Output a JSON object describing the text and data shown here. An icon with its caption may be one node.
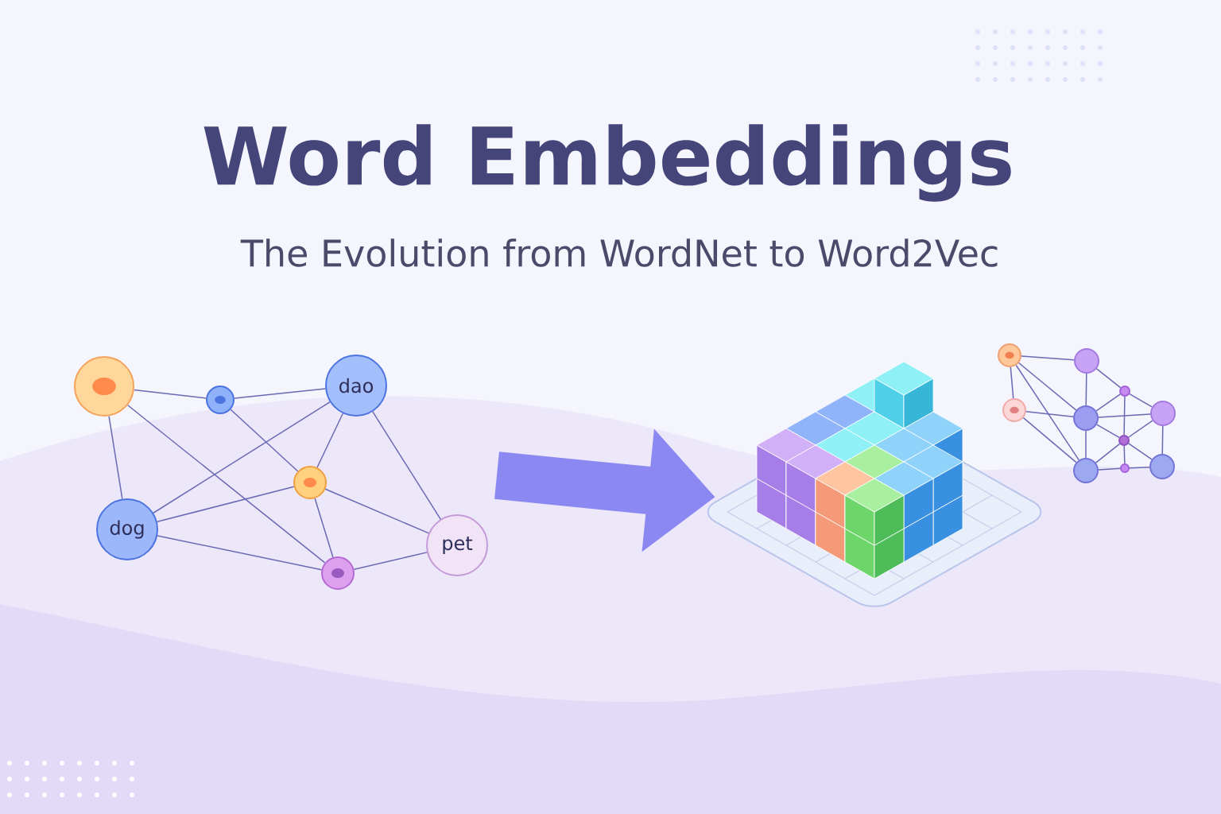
{
  "diagram": {
    "title": "Word Embeddings",
    "caption": "The Evolution from WordNet to Word2Vec",
    "nodes": [
      {
        "text": [],
        "shape": "circle"
      },
      {
        "text": [],
        "shape": "circle"
      },
      {
        "text": [
          "dao"
        ]
      },
      {
        "text": [],
        "shape": "circle"
      },
      {
        "text": [
          "dog"
        ]
      },
      {
        "text": [],
        "shape": "circle"
      },
      {
        "text": [
          "pet"
        ]
      },
      {
        "text": [],
        "shape": "picture"
      },
      {
        "text": [],
        "shape": "circle"
      },
      {
        "text": [],
        "shape": "circle"
      },
      {
        "text": [],
        "shape": "circle"
      },
      {
        "text": [],
        "shape": "circle"
      },
      {
        "text": [],
        "shape": "circle"
      },
      {
        "text": [],
        "shape": "circle"
      },
      {
        "text": [],
        "shape": "circle"
      },
      {
        "text": [],
        "shape": "circle"
      },
      {
        "text": [],
        "shape": "circle"
      },
      {
        "text": [],
        "shape": "circle"
      }
    ],
    "edges": [
      {
        "from": 0,
        "to": 1,
        "arrow": "none"
      },
      {
        "from": 1,
        "to": 2,
        "arrow": "none"
      },
      {
        "from": 0,
        "to": 4,
        "arrow": "none"
      },
      {
        "from": 0,
        "to": 5,
        "arrow": "none"
      },
      {
        "from": 1,
        "to": 3,
        "arrow": "none"
      },
      {
        "from": 2,
        "to": 4,
        "arrow": "none"
      },
      {
        "from": 2,
        "to": 3,
        "arrow": "none"
      },
      {
        "from": 2,
        "to": 6,
        "arrow": "none"
      },
      {
        "from": 4,
        "to": 3,
        "arrow": "none"
      },
      {
        "from": 4,
        "to": 5,
        "arrow": "none"
      },
      {
        "from": 3,
        "to": 6,
        "arrow": "none"
      },
      {
        "from": 3,
        "to": 5,
        "arrow": "none"
      },
      {
        "from": 5,
        "to": 6,
        "arrow": "none"
      },
      {
        "from": null,
        "to": 7,
        "arrow": "to",
        "style": "thick",
        "color": "#8c88f2"
      },
      {
        "from": 8,
        "to": 9,
        "arrow": "none"
      },
      {
        "from": 8,
        "to": 11,
        "arrow": "none"
      },
      {
        "from": 8,
        "to": 15,
        "arrow": "none"
      },
      {
        "from": 8,
        "to": 10,
        "arrow": "none"
      },
      {
        "from": 10,
        "to": 11,
        "arrow": "none"
      },
      {
        "from": 10,
        "to": 15,
        "arrow": "none"
      },
      {
        "from": 9,
        "to": 11,
        "arrow": "none"
      },
      {
        "from": 9,
        "to": 12,
        "arrow": "none"
      },
      {
        "from": 11,
        "to": 12,
        "arrow": "none"
      },
      {
        "from": 12,
        "to": 13,
        "arrow": "none"
      },
      {
        "from": 11,
        "to": 13,
        "arrow": "none"
      },
      {
        "from": 11,
        "to": 15,
        "arrow": "none"
      },
      {
        "from": 11,
        "to": 14,
        "arrow": "none"
      },
      {
        "from": 14,
        "to": 17,
        "arrow": "none"
      },
      {
        "from": 14,
        "to": 13,
        "arrow": "none"
      },
      {
        "from": 15,
        "to": 14,
        "arrow": "none"
      },
      {
        "from": 15,
        "to": 16,
        "arrow": "none"
      },
      {
        "from": 16,
        "to": 17,
        "arrow": "none"
      },
      {
        "from": 12,
        "to": 14,
        "arrow": "none"
      },
      {
        "from": 14,
        "to": 16,
        "arrow": "none"
      },
      {
        "from": 13,
        "to": 17,
        "arrow": "none"
      }
    ]
  }
}
